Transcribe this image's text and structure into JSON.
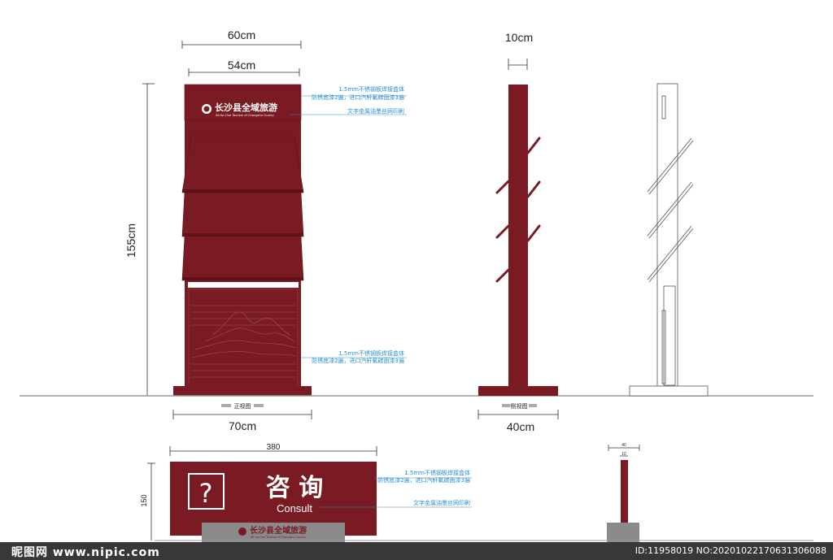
{
  "colors": {
    "maroon": "#7a1a22",
    "maroon_dark": "#5e1219",
    "ground": "#999999",
    "note_blue": "#2a8fd0",
    "plate_gray": "#8a8a8a"
  },
  "front": {
    "dim_top_outer": "60cm",
    "dim_top_inner": "54cm",
    "dim_height": "155cm",
    "dim_base": "70cm",
    "view_label": "正视图",
    "brand_title": "长沙县全域旅游",
    "brand_subtitle": "All-for-One Tourism of Changsha County",
    "note_top_1": "1.5mm不锈钢板焊接盒体",
    "note_top_2": "防锈底漆2遍，进口汽轩氟碳面漆3遍",
    "note_top_3": "文字金属油墨丝网印刷",
    "note_bottom_1": "1.5mm不锈钢板焊接盒体",
    "note_bottom_2": "防锈底漆2遍，进口汽轩氟碳面漆3遍"
  },
  "side": {
    "dim_top": "10cm",
    "dim_base": "40cm",
    "view_label": "侧视图"
  },
  "consult": {
    "dim_width": "380",
    "dim_height": "150",
    "title_cn": "咨  询",
    "title_en": "Consult",
    "question_mark": "?",
    "brand_title": "长沙县全域旅游",
    "brand_subtitle": "All-for-One Tourism of Changsha County",
    "note_1": "1.5mm不锈钢板焊接盒体",
    "note_2": "防锈底漆2遍，进口汽轩氟碳面漆3遍",
    "note_3": "文字金属油墨丝网印刷"
  },
  "consult_side": {
    "dim_outer": "40",
    "dim_inner": "10"
  },
  "watermark": {
    "left": "昵图网 www.nipic.com",
    "right": "ID:11958019 NO:20201022170631306088"
  }
}
